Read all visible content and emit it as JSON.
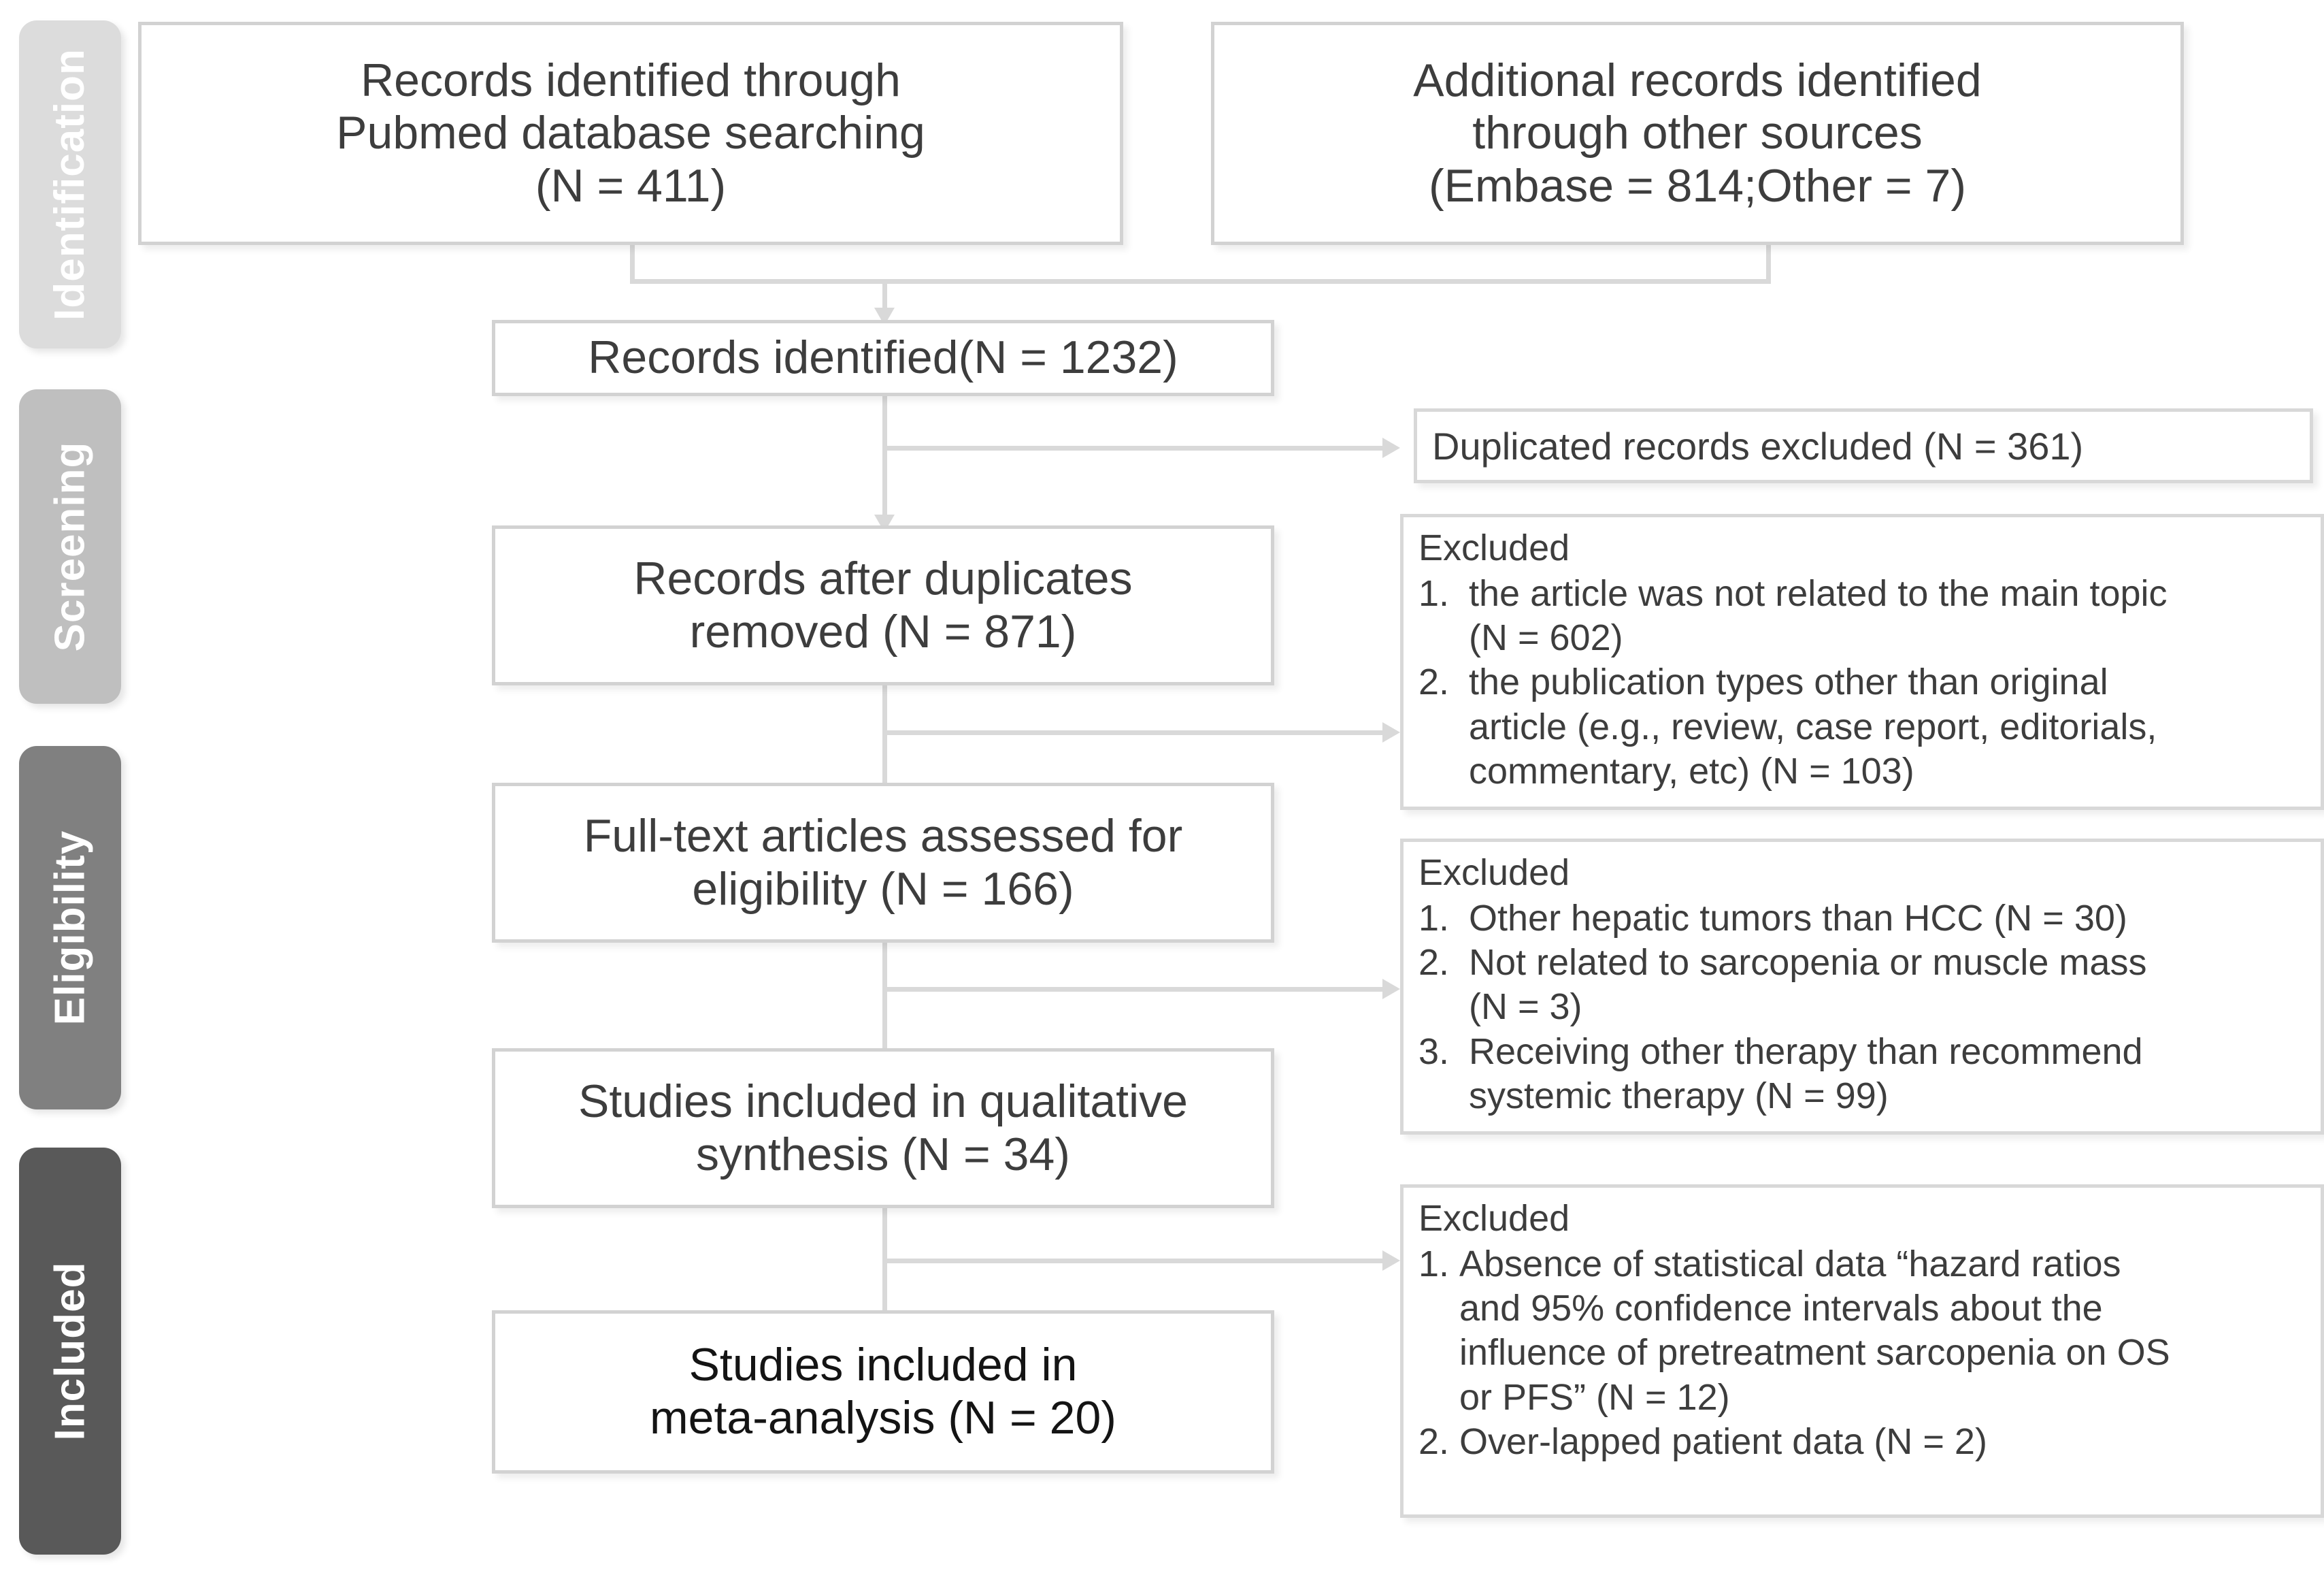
{
  "stages": [
    {
      "label": "Identification",
      "color": "#dcdcdc"
    },
    {
      "label": "Screening",
      "color": "#bfbfbf"
    },
    {
      "label": "Eligibility",
      "color": "#808080"
    },
    {
      "label": "Included",
      "color": "#595959"
    }
  ],
  "flow": {
    "pubmed": {
      "lines": [
        "Records identified through",
        "Pubmed database searching",
        "(N = 411)"
      ]
    },
    "other": {
      "lines": [
        "Additional records identified",
        "through other sources",
        "(Embase = 814;Other = 7)"
      ]
    },
    "merged": {
      "lines": [
        "Records identified(N = 1232)"
      ]
    },
    "deduped": {
      "lines": [
        "Records after duplicates",
        "removed (N = 871)"
      ]
    },
    "fulltext": {
      "lines": [
        "Full-text articles assessed for",
        "eligibility (N = 166)"
      ]
    },
    "qualitative": {
      "lines": [
        "Studies included in qualitative",
        "synthesis (N = 34)"
      ]
    },
    "metaanalysis": {
      "lines": [
        "Studies included in",
        "meta-analysis (N = 20)"
      ]
    }
  },
  "exclusions": {
    "duplicates": {
      "text": "Duplicated records excluded (N = 361)"
    },
    "screening": {
      "heading": "Excluded",
      "items": [
        {
          "num": "1.",
          "lines": [
            "the article was not related to the main topic",
            "(N = 602)"
          ]
        },
        {
          "num": "2.",
          "lines": [
            "the publication types other than original",
            "article (e.g., review, case report, editorials,",
            "commentary, etc) (N = 103)"
          ]
        }
      ]
    },
    "eligibility": {
      "heading": "Excluded",
      "items": [
        {
          "num": "1.",
          "lines": [
            "Other hepatic tumors than HCC (N = 30)"
          ]
        },
        {
          "num": "2.",
          "lines": [
            "Not related to sarcopenia or muscle mass",
            "(N = 3)"
          ]
        },
        {
          "num": "3.",
          "lines": [
            "Receiving other therapy than recommend",
            "systemic therapy (N = 99)"
          ]
        }
      ]
    },
    "included": {
      "heading": "Excluded",
      "items": [
        {
          "num": "1.",
          "lines": [
            "Absence of statistical data “hazard ratios",
            "and 95% confidence intervals about the",
            "influence of pretreatment sarcopenia on OS",
            "or PFS” (N = 12)"
          ]
        },
        {
          "num": "2.",
          "lines": [
            "Over-lapped patient data (N = 2)"
          ]
        }
      ]
    }
  },
  "colors": {
    "box_border": "#d2d2d2",
    "connector": "#d9d9d9",
    "text": "#3d3d3d"
  }
}
